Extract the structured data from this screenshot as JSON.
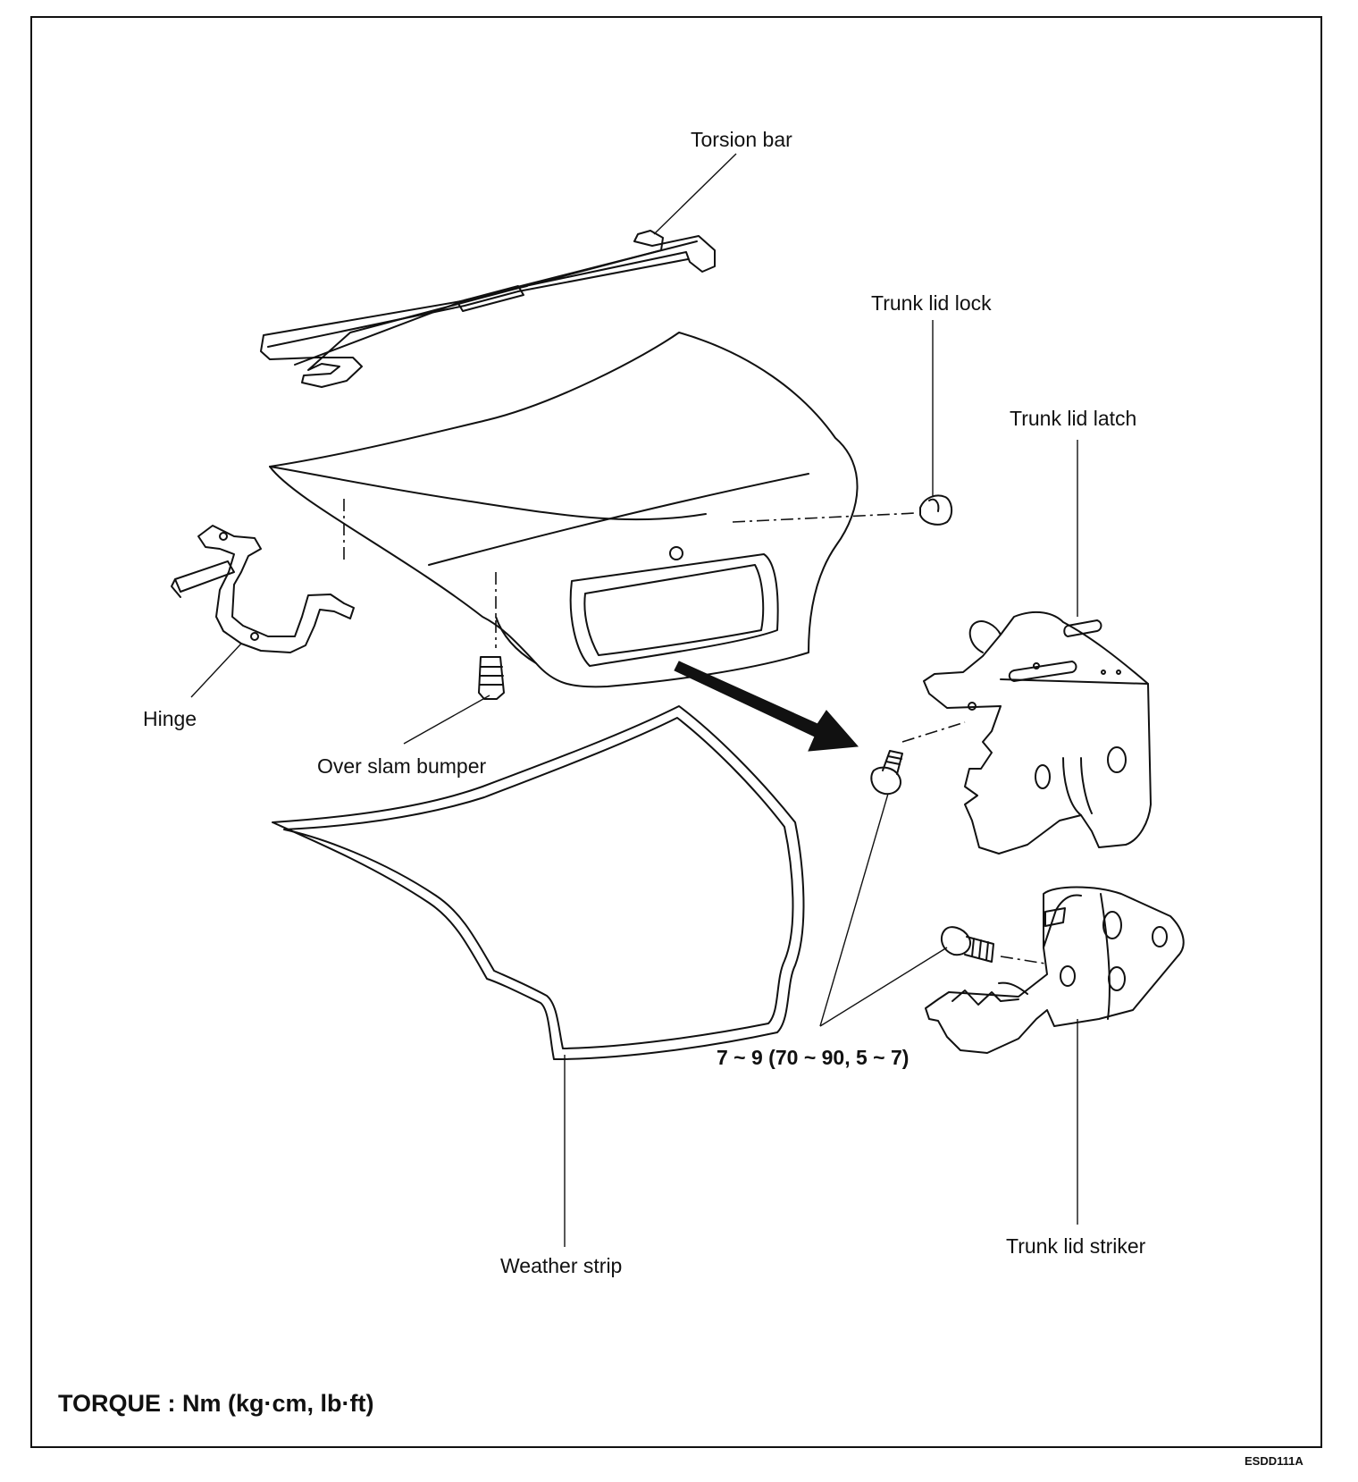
{
  "labels": {
    "torsion_bar": "Torsion bar",
    "trunk_lid_lock": "Trunk lid lock",
    "trunk_lid_latch": "Trunk lid latch",
    "hinge": "Hinge",
    "over_slam_bumper": "Over slam bumper",
    "torque_spec": "7 ~ 9 (70 ~ 90, 5 ~ 7)",
    "weather_strip": "Weather strip",
    "trunk_lid_striker": "Trunk lid striker"
  },
  "footer": {
    "torque_unit": "TORQUE : Nm (kg·cm, lb·ft)",
    "figure_code": "ESDD111A"
  }
}
